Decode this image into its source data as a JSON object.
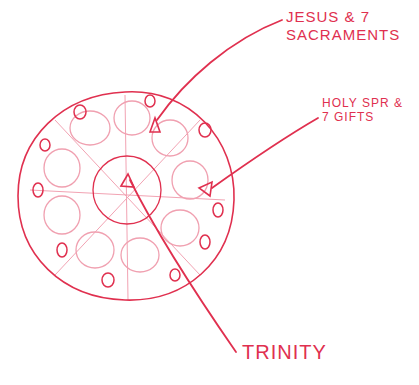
{
  "diagram": {
    "labels": [
      "JESUS & 7 SACRAMENTS",
      "HOLY SPR & 7 GIFTS",
      "TRINITY"
    ]
  }
}
